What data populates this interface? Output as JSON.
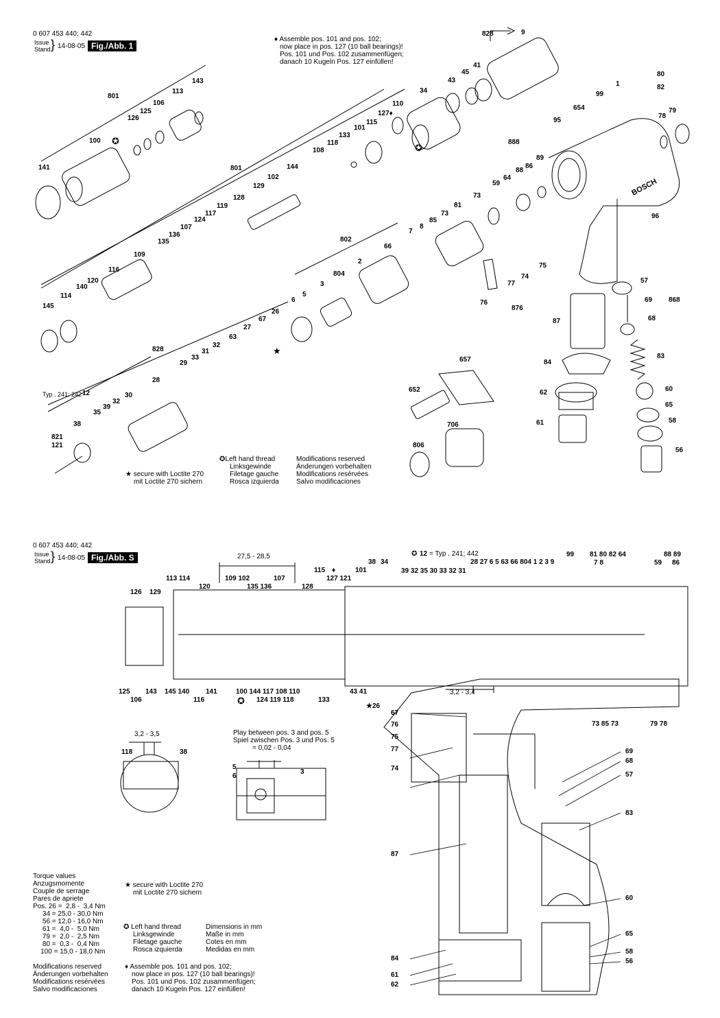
{
  "top_header": {
    "part_no": "0 607 453 440; 442",
    "issue": "Issue",
    "stand": "Stand",
    "date": "14-08-05",
    "fig_label": "Fig./Abb. 1"
  },
  "bottom_header": {
    "part_no": "0 607 453 440; 442",
    "issue": "Issue",
    "stand": "Stand",
    "date": "14-08-05",
    "fig_label": "Fig./Abb. S"
  },
  "assembly_note": [
    "Assemble pos. 101 and pos. 102;",
    "now place in pos. 127 (10 ball bearings)!",
    "Pos. 101 und Pos. 102 zusammenfügen;",
    "danach 10 Kugeln Pos. 127 einfüllen!"
  ],
  "left_hand_thread": [
    "Left hand thread",
    "Linksgewinde",
    "Filetage gauche",
    "Rosca izquierda"
  ],
  "modifications": [
    "Modifications reserved",
    "Änderungen vorbehalten",
    "Modifications resérvées",
    "Salvo modificaciones"
  ],
  "loctite": [
    "secure with Loctite 270",
    "mit Loctite 270 sichern"
  ],
  "typ_note": "Typ . 241; 242",
  "typ_note_bottom": "= Typ . 241; 442",
  "dimensions": [
    "Dimensions in mm",
    "Maße in mm",
    "Cotes en mm",
    "Medidas en mm"
  ],
  "torque": {
    "heading": [
      "Torque values",
      "Anzugsmomente",
      "Couple de serrage",
      "Pares de apriete"
    ],
    "rows": [
      "Pos. 26 =  2,8 -  3,4 Nm",
      "     34 = 25,0 - 30,0 Nm",
      "     56 = 12,0 - 16,0 Nm",
      "     61 =  4,0 -  5,0 Nm",
      "     79 =  2,0 -  2,5 Nm",
      "     80 =  0,3 -  0,4 Nm",
      "    100 = 15,0 - 18,0 Nm"
    ]
  },
  "play_note": [
    "Play between pos. 3 and pos. 5",
    "Spiel zwischen Pos. 3 und Pos. 5",
    "= 0,02 - 0,04"
  ],
  "dim_labels": {
    "d1": "27,5 - 28,5",
    "d2": "3,2 - 3,4",
    "d3": "3,2 - 3,5"
  },
  "logo_text": "BOSCH",
  "top_labels": [
    "828",
    "9",
    "80",
    "82",
    "1",
    "99",
    "79",
    "78",
    "654",
    "95",
    "888",
    "89",
    "86",
    "88",
    "64",
    "59",
    "73",
    "81",
    "85",
    "73",
    "96",
    "57",
    "69",
    "868",
    "68",
    "75",
    "77",
    "74",
    "876",
    "76",
    "87",
    "83",
    "60",
    "65",
    "58",
    "56",
    "84",
    "62",
    "61",
    "657",
    "652",
    "706",
    "806",
    "801",
    "143",
    "113",
    "106",
    "125",
    "126",
    "100",
    "141",
    "43",
    "45",
    "41",
    "34",
    "110",
    "127",
    "115",
    "101",
    "133",
    "118",
    "108",
    "144",
    "102",
    "129",
    "128",
    "119",
    "117",
    "124",
    "107",
    "136",
    "135",
    "109",
    "116",
    "120",
    "140",
    "114",
    "145",
    "802",
    "66",
    "7",
    "8",
    "2",
    "804",
    "3",
    "5",
    "6",
    "26",
    "67",
    "27",
    "63",
    "32",
    "31",
    "33",
    "29",
    "828",
    "28",
    "30",
    "32",
    "39",
    "35",
    "12",
    "38",
    "821",
    "121"
  ],
  "bottom_labels": [
    "113",
    "114",
    "126",
    "129",
    "120",
    "109",
    "102",
    "135",
    "136",
    "107",
    "115",
    "127",
    "121",
    "128",
    "101",
    "38",
    "34",
    "12",
    "39",
    "32",
    "35",
    "30",
    "33",
    "32",
    "31",
    "28",
    "27",
    "6",
    "5",
    "63",
    "66",
    "804",
    "1",
    "2",
    "3",
    "9",
    "99",
    "7",
    "8",
    "81",
    "80",
    "82",
    "64",
    "59",
    "88",
    "89",
    "86",
    "125",
    "106",
    "143",
    "145",
    "140",
    "116",
    "141",
    "100",
    "144",
    "124",
    "117",
    "119",
    "108",
    "118",
    "110",
    "133",
    "43",
    "41",
    "26",
    "73",
    "85",
    "73",
    "79",
    "78",
    "67",
    "76",
    "75",
    "77",
    "74",
    "69",
    "68",
    "57",
    "83",
    "87",
    "60",
    "65",
    "58",
    "56",
    "84",
    "61",
    "62",
    "118",
    "38",
    "5",
    "6",
    "3"
  ]
}
